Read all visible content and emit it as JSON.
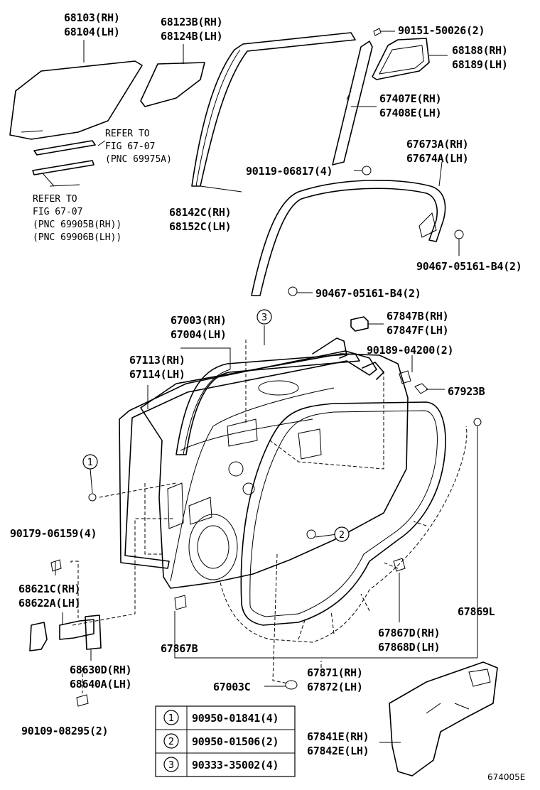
{
  "labels": {
    "p68103": "68103(RH)",
    "p68104": "68104(LH)",
    "p68123b": "68123B(RH)",
    "p68124b": "68124B(LH)",
    "p90151": "90151-50026(2)",
    "p68188": "68188(RH)",
    "p68189": "68189(LH)",
    "p67407e": "67407E(RH)",
    "p67408e": "67408E(LH)",
    "refer1_a": "REFER TO",
    "refer1_b": "FIG 67-07",
    "refer1_c": "(PNC 69975A)",
    "p67673a": "67673A(RH)",
    "p67674a": "67674A(LH)",
    "p90119": "90119-06817(4)",
    "refer2_a": "REFER TO",
    "refer2_b": "FIG 67-07",
    "refer2_c": "(PNC 69905B(RH))",
    "refer2_d": "(PNC 69906B(LH))",
    "p68142c": "68142C(RH)",
    "p68152c": "68152C(LH)",
    "p90467a": "90467-05161-B4(2)",
    "p90467b": "90467-05161-B4(2)",
    "p67003": "67003(RH)",
    "p67004": "67004(LH)",
    "p67847b": "67847B(RH)",
    "p67847f": "67847F(LH)",
    "p67113": "67113(RH)",
    "p67114": "67114(LH)",
    "p90189": "90189-04200(2)",
    "p67923b": "67923B",
    "p90179": "90179-06159(4)",
    "p68621c": "68621C(RH)",
    "p68622a": "68622A(LH)",
    "p67869l": "67869L",
    "p67867d": "67867D(RH)",
    "p67868d": "67868D(LH)",
    "p67867b": "67867B",
    "p68630d": "68630D(RH)",
    "p68640a": "68640A(LH)",
    "p67871": "67871(RH)",
    "p67872": "67872(LH)",
    "p67003c": "67003C",
    "p90109": "90109-08295(2)",
    "p67841e": "67841E(RH)",
    "p67842e": "67842E(LH)",
    "figure_code": "674005E"
  },
  "callouts": {
    "c1": "1",
    "c2": "2",
    "c3": "3"
  },
  "legend": [
    {
      "key": "1",
      "part": "90950-01841(4)"
    },
    {
      "key": "2",
      "part": "90950-01506(2)"
    },
    {
      "key": "3",
      "part": "90333-35002(4)"
    }
  ]
}
